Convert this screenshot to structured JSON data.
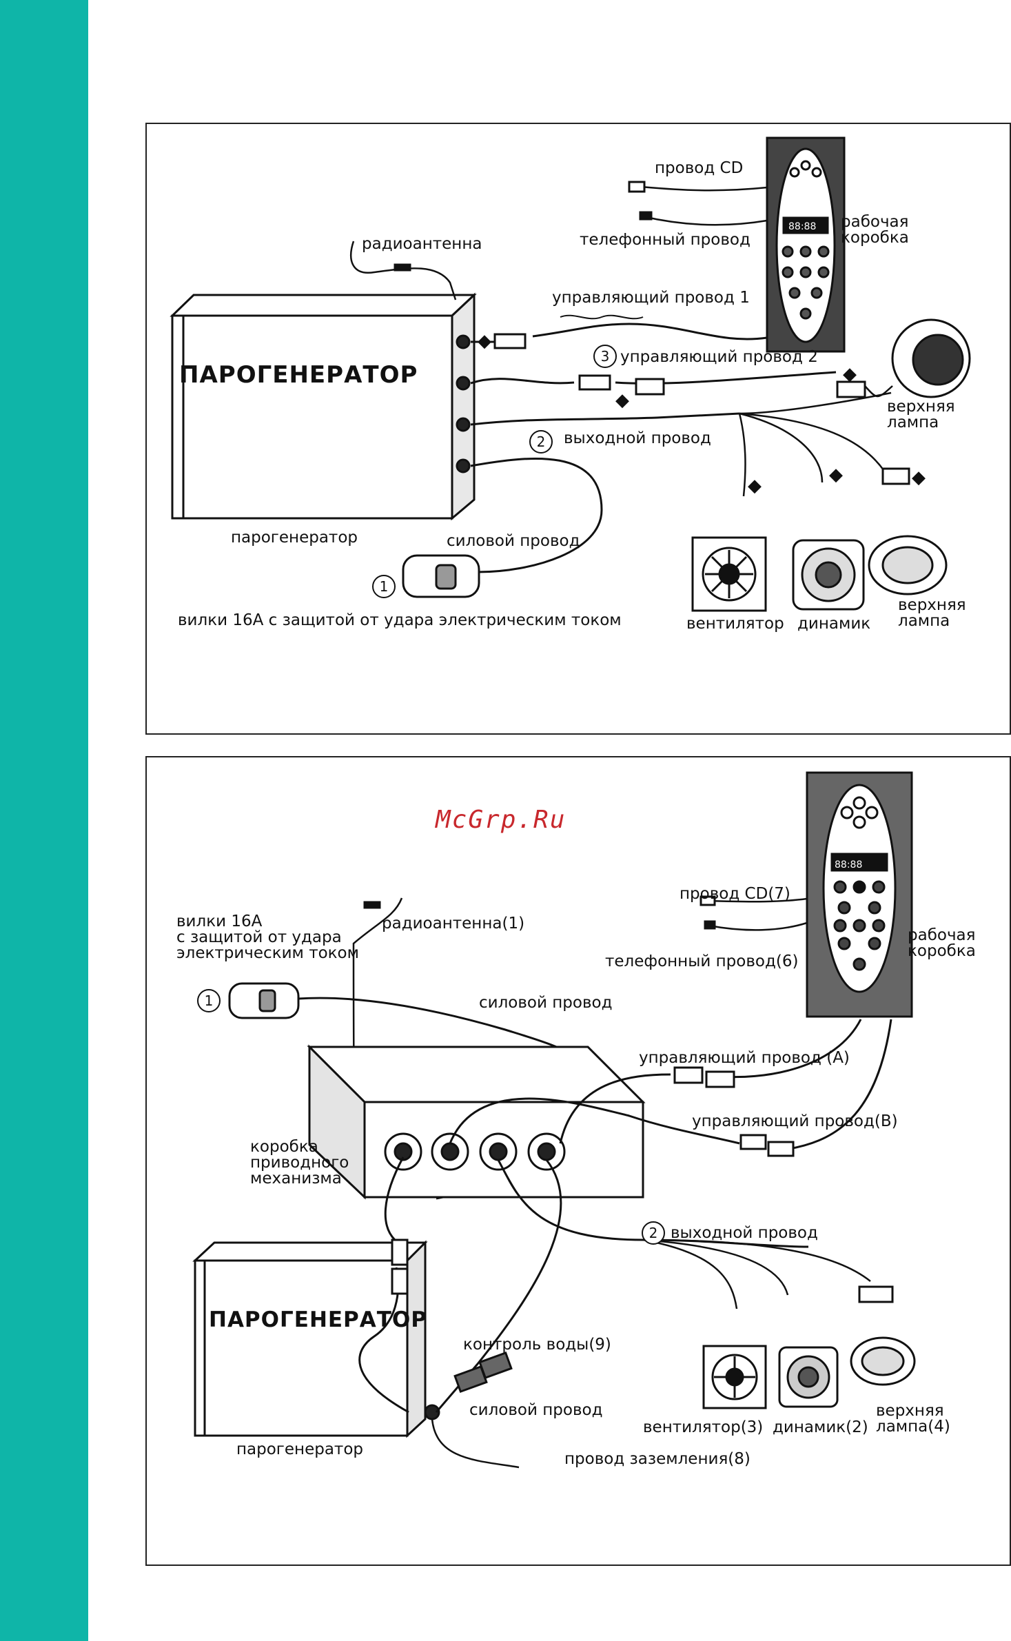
{
  "colors": {
    "accent_stripe": "#0fb5a8",
    "watermark": "#c8282d",
    "ink": "#111111"
  },
  "diagram1": {
    "generator_title": "ПАРОГЕНЕРАТОР",
    "generator_label": "парогенератор",
    "radio_antenna": "радиоантенна",
    "cd_wire": "провод CD",
    "phone_wire": "телефонный провод",
    "work_box_line1": "рабочая",
    "work_box_line2": "коробка",
    "control_wire_1": "управляющий провод 1",
    "control_wire_2": "управляющий провод 2",
    "output_wire": "выходной провод",
    "power_wire": "силовой провод",
    "plug_label": "вилки 16А с защитой от удара электрическим током",
    "top_lamp_a_line1": "верхняя",
    "top_lamp_a_line2": "лампа",
    "top_lamp_b_line1": "верхняя",
    "top_lamp_b_line2": "лампа",
    "fan": "вентилятор",
    "speaker": "динамик",
    "marker_1": "1",
    "marker_2": "2",
    "marker_3": "3",
    "diamond": "◆",
    "display": "88:88"
  },
  "diagram2": {
    "watermark": "McGrp.Ru",
    "cd_wire": "провод CD(7)",
    "phone_wire": "телефонный провод(6)",
    "work_box_line1": "рабочая",
    "work_box_line2": "коробка",
    "plug_line1": "вилки 16А",
    "plug_line2": "с защитой от удара",
    "plug_line3": "электрическим током",
    "radio_antenna": "радиоантенна(1)",
    "power_wire_top": "силовой провод",
    "control_wire_a": "управляющий провод (A)",
    "control_wire_b": "управляющий провод(B)",
    "drive_box_line1": "коробка",
    "drive_box_line2": "приводного",
    "drive_box_line3": "механизма",
    "output_wire": "выходной провод",
    "generator_title": "ПАРОГЕНЕРАТОР",
    "generator_label": "парогенератор",
    "water_control": "контроль воды(9)",
    "power_wire_bottom": "силовой провод",
    "ground_wire": "провод заземления(8)",
    "fan": "вентилятор(3)",
    "speaker": "динамик(2)",
    "top_lamp_line1": "верхняя",
    "top_lamp_line2": "лампа(4)",
    "marker_1": "1",
    "marker_2": "2",
    "display": "88:88"
  }
}
